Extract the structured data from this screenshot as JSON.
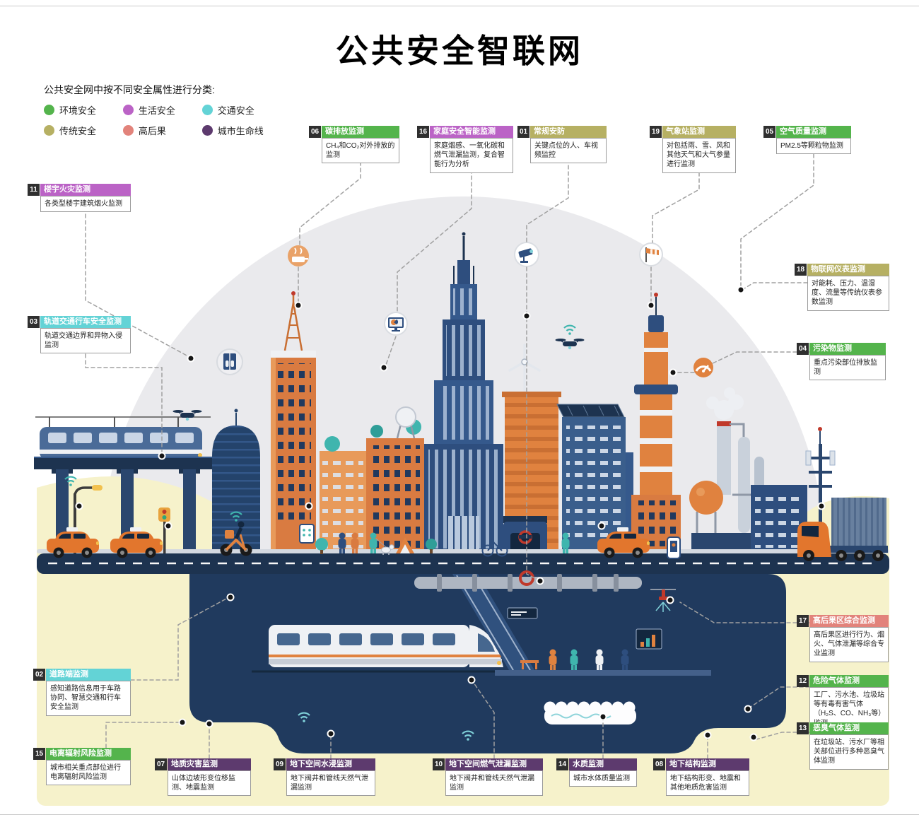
{
  "page": {
    "title": "公共安全智联网",
    "legend_intro": "公共安全网中按不同安全属性进行分类:"
  },
  "legend": [
    {
      "label": "环境安全",
      "color": "#54b44c"
    },
    {
      "label": "生活安全",
      "color": "#bb63c6"
    },
    {
      "label": "交通安全",
      "color": "#63d3d6"
    },
    {
      "label": "传统安全",
      "color": "#b6b063"
    },
    {
      "label": "高后果",
      "color": "#e2837b"
    },
    {
      "label": "城市生命线",
      "color": "#5d3a6e"
    }
  ],
  "categories": {
    "environment": "#54b44c",
    "life": "#bb63c6",
    "traffic": "#63d3d6",
    "traditional": "#b6b063",
    "high_consequence": "#e2837b",
    "lifeline": "#5d3a6e"
  },
  "callouts": [
    {
      "num": "01",
      "title": "常规安防",
      "body": "关键点位的人、车视频监控",
      "category": "traditional"
    },
    {
      "num": "02",
      "title": "道路端监测",
      "body": "感知道路信息用于车路协同、智慧交通和行车安全监测",
      "category": "traffic"
    },
    {
      "num": "03",
      "title": "轨道交通行车安全监测",
      "body": "轨道交通边界和异物入侵监测",
      "category": "traffic"
    },
    {
      "num": "04",
      "title": "污染物监测",
      "body": "重点污染部位排放监测",
      "category": "environment"
    },
    {
      "num": "05",
      "title": "空气质量监测",
      "body": "PM2.5等颗粒物监测",
      "category": "environment"
    },
    {
      "num": "06",
      "title": "碳排放监测",
      "body": "CH₄和CO₂对外排放的监测",
      "category": "environment"
    },
    {
      "num": "07",
      "title": "地质灾害监测",
      "body": "山体边坡形变位移监测、地震监测",
      "category": "lifeline"
    },
    {
      "num": "08",
      "title": "地下结构监测",
      "body": "地下结构形变、地震和其他地质危害监测",
      "category": "lifeline"
    },
    {
      "num": "09",
      "title": "地下空间水浸监测",
      "body": "地下阀井和管线天然气泄漏监测",
      "category": "lifeline"
    },
    {
      "num": "10",
      "title": "地下空间燃气泄漏监测",
      "body": "地下阀井和管线天然气泄漏监测",
      "category": "lifeline"
    },
    {
      "num": "11",
      "title": "楼宇火灾监测",
      "body": "各类型楼宇建筑烟火监测",
      "category": "life"
    },
    {
      "num": "12",
      "title": "危险气体监测",
      "body": "工厂、污水池、垃圾站等有毒有害气体（H₂S、CO、NH₃等）监测",
      "category": "environment"
    },
    {
      "num": "13",
      "title": "恶臭气体监测",
      "body": "在垃圾站、污水厂等相关部位进行多种恶臭气体监测",
      "category": "environment"
    },
    {
      "num": "14",
      "title": "水质监测",
      "body": "城市水体质量监测",
      "category": "lifeline"
    },
    {
      "num": "15",
      "title": "电离辐射风险监测",
      "body": "城市相关重点部位进行电离辐射风险监测",
      "category": "environment"
    },
    {
      "num": "16",
      "title": "家庭安全智能监测",
      "body": "家庭烟感、一氧化碳和燃气泄漏监测，复合智能行为分析",
      "category": "life"
    },
    {
      "num": "17",
      "title": "高后果区综合监测",
      "body": "高后果区进行行为、烟火、气体泄漏等综合专业监测",
      "category": "high_consequence"
    },
    {
      "num": "18",
      "title": "物联网仪表监测",
      "body": "对能耗、压力、温湿度、流量等传统仪表参数监测",
      "category": "traditional"
    },
    {
      "num": "19",
      "title": "气象站监测",
      "body": "对包括雨、雪、风和其他天气和大气参量进行监测",
      "category": "traditional"
    }
  ],
  "icons": [
    "cctv-camera-icon",
    "home-screen-icon",
    "stove-smoke-icon",
    "windsock-icon",
    "gauge-icon",
    "elevator-icon",
    "sprinkler-icon",
    "wifi-icon",
    "drone-icon",
    "subway-roundel-icon"
  ],
  "palette": {
    "dome": "#EAEAED",
    "underground_soil": "#F6F2CB",
    "cavern": "#203A5E",
    "road": "#1D3350",
    "accent_orange": "#E0823F",
    "accent_navy": "#2E4E7E"
  }
}
